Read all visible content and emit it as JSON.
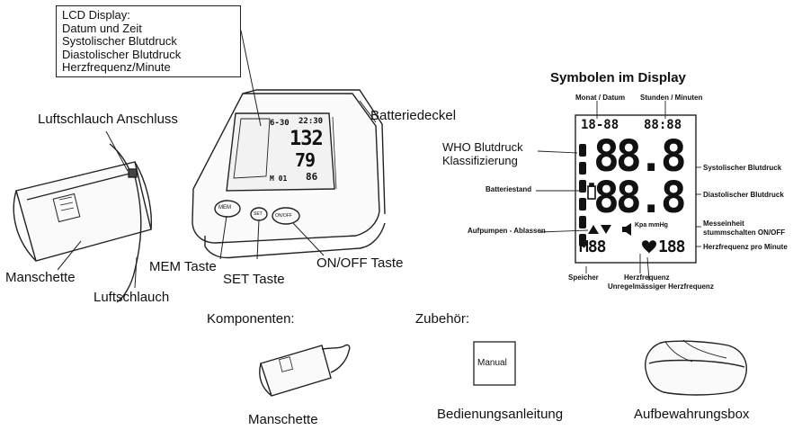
{
  "lcd_box": {
    "lines": [
      "LCD Display:",
      "Datum und Zeit",
      "Systolischer Blutdruck",
      "Diastolischer Blutdruck",
      "Herzfrequenz/Minute"
    ]
  },
  "device_labels": {
    "hose_connector": "Luftschlauch Anschluss",
    "battery_cover": "Batteriedeckel",
    "cuff": "Manschette",
    "hose": "Luftschlauch",
    "mem_key": "MEM Taste",
    "set_key": "SET Taste",
    "onoff_key": "ON/OFF Taste"
  },
  "device_screen": {
    "time_left": "6-30",
    "time_right": "22:30",
    "sys": "132",
    "dia": "79",
    "pulse": "86",
    "mem": "M 01",
    "btn_mem": "MEM",
    "btn_set": "SET",
    "btn_onoff": "ON/OFF"
  },
  "symbols": {
    "title": "Symbolen im Display",
    "top_left": "Monat / Datum",
    "top_right": "Stunden / Minuten",
    "who": "WHO Blutdruck\nKlassifizierung",
    "battery": "Batteriestand",
    "pump": "Aufpumpen - Ablassen",
    "systolic": "Systolischer Blutdruck",
    "diastolic": "Diastolischer Blutdruck",
    "unit": "Messeinheit",
    "mute": "stummschalten ON/OFF",
    "pulse_min": "Herzfrequenz pro Minute",
    "memory": "Speicher",
    "heart": "Herzfrequenz",
    "irregular": "Unregelmässiger Herzfrequenz",
    "seg_date": "18-88",
    "seg_time": "88:88",
    "seg_big1": "88.8",
    "seg_big2": "88.8",
    "seg_mem": "M88",
    "seg_pulse": "188",
    "unit_text": "Kpa mmHg"
  },
  "bottom": {
    "components": "Komponenten:",
    "accessories": "Zubehör:",
    "cuff": "Manschette",
    "manual_box": "Manual",
    "manual": "Bedienungsanleitung",
    "storage": "Aufbewahrungsbox"
  }
}
